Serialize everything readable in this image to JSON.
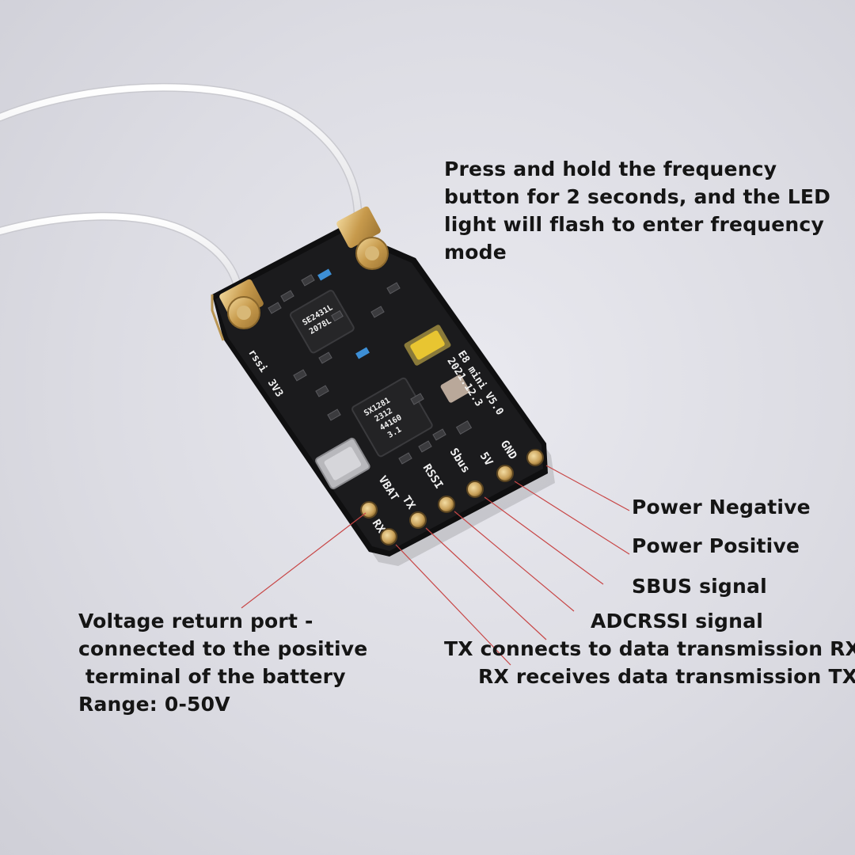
{
  "annotations": {
    "frequency_button": [
      "Press and hold the frequency",
      "button for 2 seconds, and the LED",
      "light will flash to enter frequency",
      "mode"
    ],
    "power_negative": "Power Negative",
    "power_positive": "Power Positive",
    "sbus_signal": "SBUS signal",
    "adcrssi_signal": "ADCRSSI signal",
    "tx_connects": "TX connects to data transmission RX",
    "rx_receives": "RX receives data transmission TX",
    "voltage_return": [
      "Voltage return port -",
      "connected to the positive",
      " terminal of the battery",
      "Range: 0-50V"
    ]
  },
  "board_silkscreen": {
    "pins": [
      "GND",
      "5V",
      "Sbus",
      "RSSI",
      "TX",
      "RX",
      "VBAT"
    ],
    "model_lines": [
      "E8 mini V5.0",
      "2021.12.3"
    ],
    "chip_main": [
      "SX1281",
      "2312",
      "44160",
      "3.1"
    ],
    "chip_pa": [
      "SE2431L",
      "2078L"
    ],
    "left_edge": [
      "rssi",
      "3V3"
    ]
  },
  "colors": {
    "callout_line": "#c84646",
    "pcb": "#1b1b1d",
    "antenna_cable": "#f7f7f7",
    "button": "#e8c531",
    "pad_gold": "#d6b26c"
  }
}
